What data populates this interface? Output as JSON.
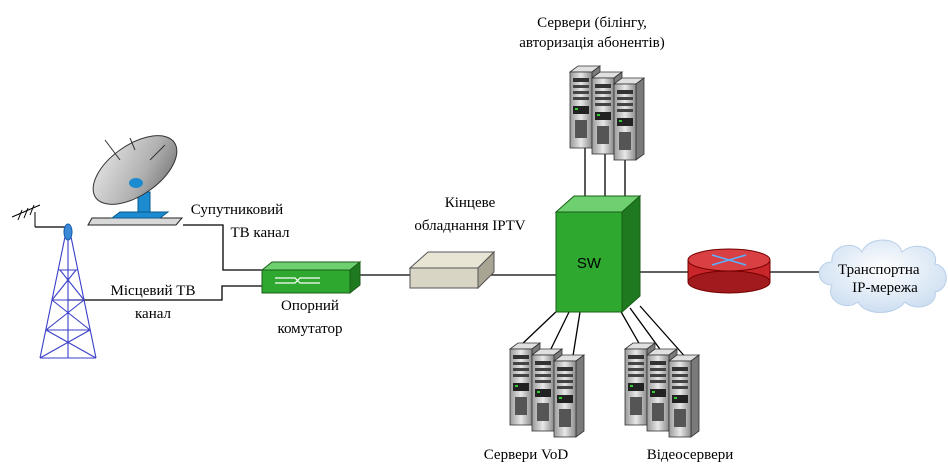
{
  "labels": {
    "servers_top_line1": "Сервери (білінгу,",
    "servers_top_line2": "авторизація абонентів)",
    "satellite_line1": "Супутниковий",
    "satellite_line2": "ТВ канал",
    "local_line1": "Місцевий ТВ",
    "local_line2": "канал",
    "iptv_line1": "Кінцеве",
    "iptv_line2": "обладнання IPTV",
    "ref_switch_line1": "Опорний",
    "ref_switch_line2": "комутатор",
    "switch": "SW",
    "transport_line1": "Транспортна",
    "transport_line2": "IP-мережа",
    "vod": "Сервери VoD",
    "video": "Відеосервери"
  },
  "colors": {
    "switch_green": "#2fa82f",
    "router_red": "#c8262a",
    "cloud": "#d3e4f5",
    "tower_blue": "#3a3fc8",
    "dish_blue": "#1c8bd0",
    "server_gray": "#b8b8b8",
    "iptv_box": "#d8d5c5"
  },
  "icons": [
    "antenna-icon",
    "satellite-dish-icon",
    "network-switch-icon",
    "set-top-box-icon",
    "core-switch-icon",
    "router-icon",
    "cloud-icon",
    "server-rack-icon"
  ]
}
